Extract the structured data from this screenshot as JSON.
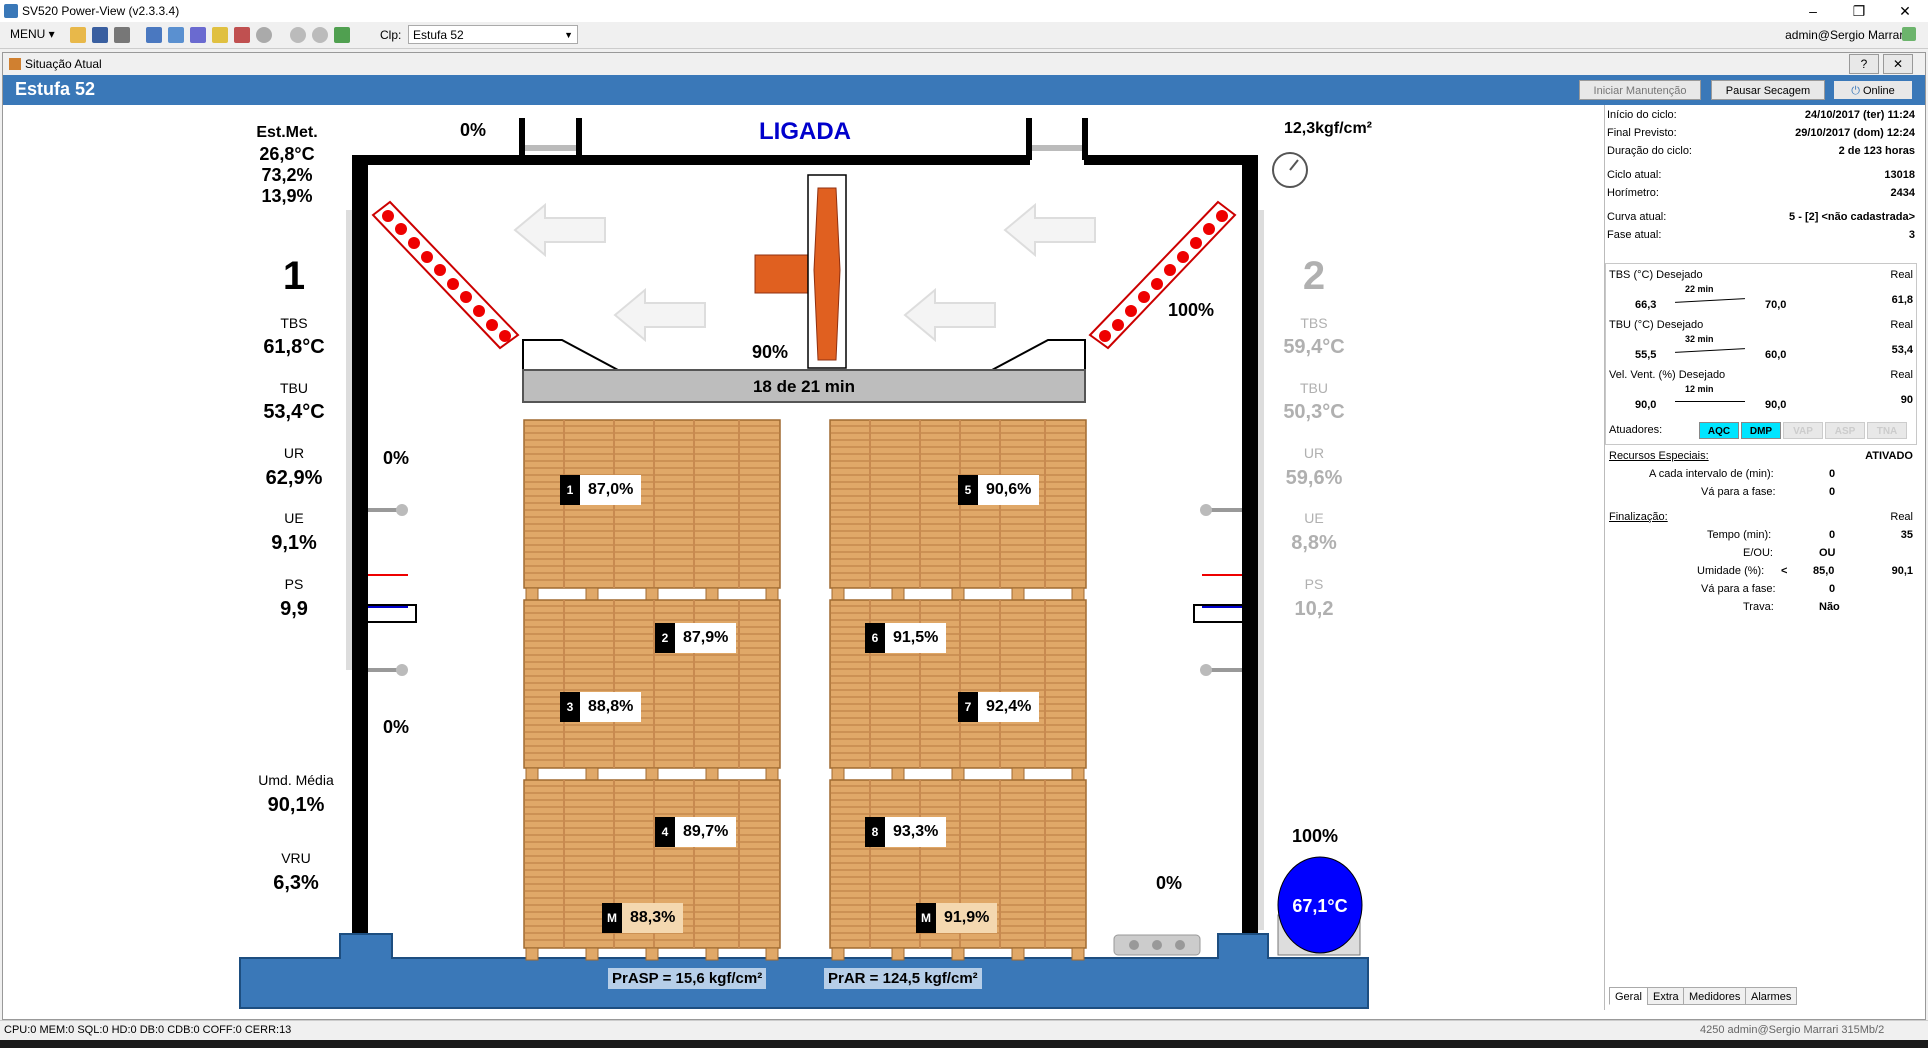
{
  "window": {
    "title": "SV520 Power-View (v2.3.3.4)",
    "minimize": "–",
    "maximize": "❐",
    "close": "✕"
  },
  "toolbar": {
    "menu": "MENU ▾",
    "clp_label": "Clp:",
    "clp_value": "Estufa 52",
    "user": "admin@Sergio Marrari"
  },
  "inner": {
    "title": "Situação Atual",
    "help": "?",
    "close": "✕"
  },
  "header": {
    "title": "Estufa 52",
    "btn_manutencao": "Iniciar Manutenção",
    "btn_pausar": "Pausar Secagem",
    "btn_online": "Online"
  },
  "left": {
    "est_met_label": "Est.Met.",
    "est_met_temp": "26,8°C",
    "est_met_ur": "73,2%",
    "est_met_ue": "13,9%",
    "zone": "1",
    "tbs_label": "TBS",
    "tbs": "61,8°C",
    "tbu_label": "TBU",
    "tbu": "53,4°C",
    "ur_label": "UR",
    "ur": "62,9%",
    "ue_label": "UE",
    "ue": "9,1%",
    "ps_label": "PS",
    "ps": "9,9",
    "umd_label": "Umd. Média",
    "umd": "90,1%",
    "vru_label": "VRU",
    "vru": "6,3%"
  },
  "right_zone": {
    "pressure": "12,3kgf/cm²",
    "zone": "2",
    "tbs_label": "TBS",
    "tbs": "59,4°C",
    "tbu_label": "TBU",
    "tbu": "50,3°C",
    "ur_label": "UR",
    "ur": "59,6%",
    "ue_label": "UE",
    "ue": "8,8%",
    "ps_label": "PS",
    "ps": "10,2"
  },
  "kiln": {
    "status": "LIGADA",
    "damper_left_top": "0%",
    "heater_right_pct": "100%",
    "fan_pct": "90%",
    "timer": "18 de 21 min",
    "vent_left_upper": "0%",
    "vent_left_lower": "0%",
    "spray_pct": "0%",
    "boiler_pct": "100%",
    "boiler_temp": "67,1°C",
    "prasp": "PrASP = 15,6 kgf/cm²",
    "prar": "PrAR = 124,5 kgf/cm²"
  },
  "pallets": [
    {
      "num": "1",
      "value": "87,0%"
    },
    {
      "num": "2",
      "value": "87,9%"
    },
    {
      "num": "3",
      "value": "88,8%"
    },
    {
      "num": "4",
      "value": "89,7%"
    },
    {
      "num": "5",
      "value": "90,6%"
    },
    {
      "num": "6",
      "value": "91,5%"
    },
    {
      "num": "7",
      "value": "92,4%"
    },
    {
      "num": "8",
      "value": "93,3%"
    },
    {
      "num": "M",
      "value": "88,3%"
    },
    {
      "num": "M",
      "value": "91,9%"
    }
  ],
  "info": {
    "inicio_label": "Início do ciclo:",
    "inicio": "24/10/2017 (ter) 11:24",
    "final_label": "Final Previsto:",
    "final": "29/10/2017 (dom) 12:24",
    "duracao_label": "Duração do ciclo:",
    "duracao": "2 de 123 horas",
    "ciclo_label": "Ciclo atual:",
    "ciclo": "13018",
    "horimetro_label": "Horímetro:",
    "horimetro": "2434",
    "curva_label": "Curva atual:",
    "curva": "5 - [2] <não cadastrada>",
    "fase_label": "Fase atual:",
    "fase": "3"
  },
  "setpoints": {
    "real": "Real",
    "tbs_label": "TBS (°C) Desejado",
    "tbs_from": "66,3",
    "tbs_time": "22 min",
    "tbs_to": "70,0",
    "tbs_real": "61,8",
    "tbu_label": "TBU (°C) Desejado",
    "tbu_from": "55,5",
    "tbu_time": "32 min",
    "tbu_to": "60,0",
    "tbu_real": "53,4",
    "vel_label": "Vel. Vent. (%) Desejado",
    "vel_from": "90,0",
    "vel_time": "12 min",
    "vel_to": "90,0",
    "vel_real": "90",
    "atuadores_label": "Atuadores:",
    "act1": "AQC",
    "act2": "DMP",
    "act3": "VAP",
    "act4": "ASP",
    "act5": "TNA"
  },
  "recursos": {
    "title": "Recursos Especiais:",
    "status": "ATIVADO",
    "intervalo_label": "A cada intervalo de (min):",
    "intervalo": "0",
    "va_label": "Vá para a fase:",
    "va": "0"
  },
  "finalizacao": {
    "title": "Finalização:",
    "real": "Real",
    "tempo_label": "Tempo (min):",
    "tempo": "0",
    "tempo_real": "35",
    "eou_label": "E/OU:",
    "eou": "OU",
    "umidade_label": "Umidade (%):",
    "umidade_op": "<",
    "umidade": "85,0",
    "umidade_real": "90,1",
    "va_label": "Vá para a fase:",
    "va": "0",
    "trava_label": "Trava:",
    "trava": "Não"
  },
  "tabs": [
    "Geral",
    "Extra",
    "Medidores",
    "Alarmes"
  ],
  "statusbar": {
    "left": "CPU:0  MEM:0  SQL:0  HD:0  DB:0  CDB:0  COFF:0  CERR:13",
    "right": "4250 admin@Sergio Marrari  315Mb/2"
  },
  "colors": {
    "header": "#3a78b8",
    "wood": "#e0a868",
    "aqc": "#00e5ff",
    "boiler": "#0000ff",
    "status": "#0000cc"
  }
}
